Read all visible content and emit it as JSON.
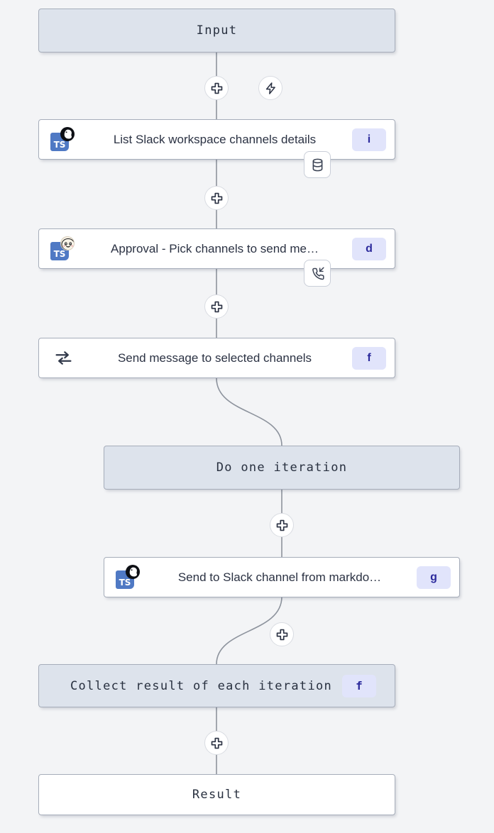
{
  "canvas": {
    "background": "#f3f4f6",
    "accent_badge_bg": "#e1e4fb",
    "accent_badge_fg": "#2c2a9c",
    "node_fill": "#dde3ec",
    "node_border": "#a6adba",
    "edge_color": "#8d939d"
  },
  "nodes": {
    "input": {
      "label": "Input"
    },
    "list_channels": {
      "label": "List Slack workspace channels details",
      "badge": "i",
      "icon": "typescript-deno-icon",
      "mini_badge": "database-icon"
    },
    "approval": {
      "label": "Approval - Pick channels to send me…",
      "badge": "d",
      "icon": "typescript-bun-icon",
      "mini_badge": "phone-incoming-icon"
    },
    "send_message": {
      "label": "Send message to selected channels",
      "badge": "f",
      "icon": "forloop-icon"
    },
    "do_one_iteration": {
      "label": "Do one iteration"
    },
    "send_to_slack": {
      "label": "Send to Slack channel from markdo…",
      "badge": "g",
      "icon": "typescript-deno-icon"
    },
    "collect_result": {
      "label": "Collect result of each iteration",
      "badge": "f"
    },
    "result": {
      "label": "Result"
    }
  },
  "buttons": {
    "add_1": {
      "icon": "plus-icon",
      "title": "Add step"
    },
    "trigger": {
      "icon": "lightning-bolt-icon",
      "title": "Trigger"
    },
    "add_2": {
      "icon": "plus-icon",
      "title": "Add step"
    },
    "add_3": {
      "icon": "plus-icon",
      "title": "Add step"
    },
    "add_4": {
      "icon": "plus-icon",
      "title": "Add step"
    },
    "add_5": {
      "icon": "plus-icon",
      "title": "Add step"
    },
    "add_6": {
      "icon": "plus-icon",
      "title": "Add step"
    }
  }
}
